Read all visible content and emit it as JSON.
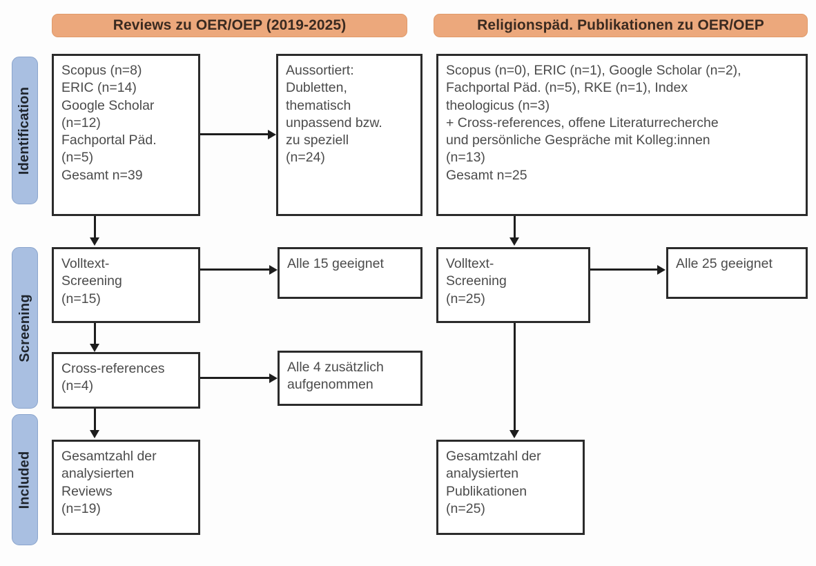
{
  "figure": {
    "type": "prisma-flow-diagram",
    "columns": 2,
    "stages": [
      "Identification",
      "Screening",
      "Included"
    ]
  },
  "colors": {
    "header_orange": "#eca87c",
    "stage_blue": "#a9bfe1",
    "box_border": "#2b2b2b",
    "text_gray": "#4b4b4b",
    "background": "#fdfdfd"
  },
  "stage_labels": {
    "identification": "Identification",
    "screening": "Screening",
    "included": "Included"
  },
  "columns": {
    "left": {
      "header": "Reviews zu OER/OEP (2019-2025)",
      "identification_box": {
        "lines": [
          "Scopus (n=8)",
          "ERIC (n=14)",
          "Google Scholar",
          "(n=12)",
          "Fachportal Päd.",
          "(n=5)",
          "Gesamt n=39"
        ]
      },
      "excluded_box": {
        "lines": [
          "Aussortiert:",
          "Dubletten,",
          "thematisch",
          "unpassend bzw.",
          "zu speziell",
          "(n=24)"
        ]
      },
      "screening_box": {
        "lines": [
          "Volltext-",
          "Screening",
          "(n=15)"
        ]
      },
      "screening_result_box": {
        "lines": [
          "Alle 15 geeignet"
        ]
      },
      "crossref_box": {
        "lines": [
          "Cross-references",
          "(n=4)"
        ]
      },
      "crossref_result_box": {
        "lines": [
          "Alle 4 zusätzlich",
          "aufgenommen"
        ]
      },
      "included_box": {
        "lines": [
          "Gesamtzahl der",
          "analysierten",
          "Reviews",
          "(n=19)"
        ]
      }
    },
    "right": {
      "header": "Religionspäd. Publikationen zu OER/OEP",
      "identification_box": {
        "lines": [
          "Scopus (n=0), ERIC (n=1), Google Scholar (n=2),",
          "Fachportal Päd. (n=5), RKE (n=1), Index",
          "theologicus (n=3)",
          "+ Cross-references, offene Literaturrecherche",
          "und persönliche Gespräche mit Kolleg:innen",
          "(n=13)",
          "Gesamt n=25"
        ]
      },
      "screening_box": {
        "lines": [
          "Volltext-",
          "Screening",
          "(n=25)"
        ]
      },
      "screening_result_box": {
        "lines": [
          "Alle 25 geeignet"
        ]
      },
      "included_box": {
        "lines": [
          "Gesamtzahl der",
          "analysierten",
          "Publikationen",
          "(n=25)"
        ]
      }
    }
  }
}
